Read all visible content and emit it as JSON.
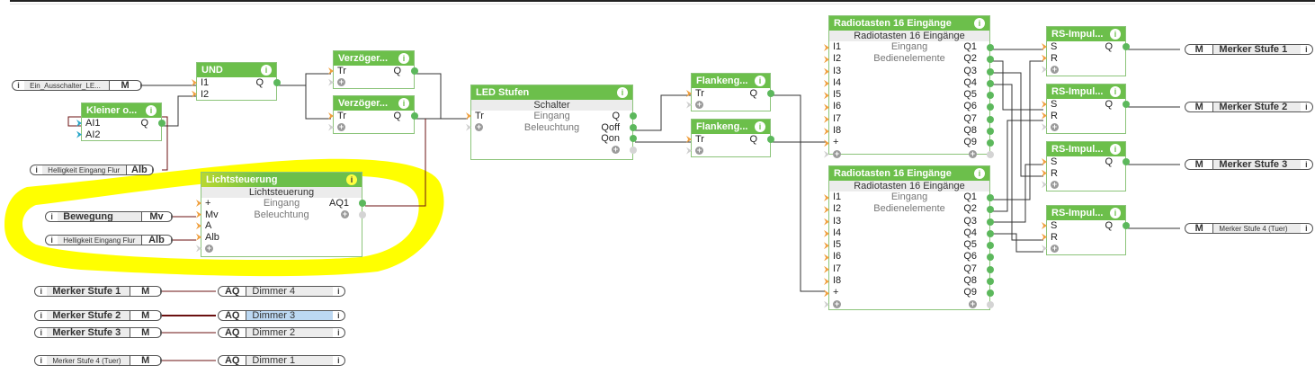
{
  "colors": {
    "block_header": "#6cbf4b",
    "input_pin": "#f0a040",
    "output_pin": "#5cb85c",
    "highlight": "#ffff00",
    "wire": "#333333",
    "wire_dark": "#6b1010",
    "selected_field": "#bcd8f2"
  },
  "inputs": [
    {
      "name": "Ein_Ausschalter_LE...",
      "tag": "M"
    },
    {
      "name": "Helligkeit Eingang Flur",
      "tag": "Alb"
    },
    {
      "name": "Bewegung",
      "tag": "Mv"
    },
    {
      "name": "Helligkeit Eingang Flur",
      "tag": "Alb"
    },
    {
      "name": "Merker Stufe 1",
      "tag": "M"
    },
    {
      "name": "Merker Stufe 2",
      "tag": "M"
    },
    {
      "name": "Merker Stufe 3",
      "tag": "M"
    },
    {
      "name": "Merker Stufe 4 (Tuer)",
      "tag": "M"
    }
  ],
  "outputs_left": [
    {
      "tag": "AQ",
      "name": "Dimmer 4"
    },
    {
      "tag": "AQ",
      "name": "Dimmer 3",
      "selected": true
    },
    {
      "tag": "AQ",
      "name": "Dimmer 2"
    },
    {
      "tag": "AQ",
      "name": "Dimmer 1"
    }
  ],
  "outputs_right": [
    {
      "tag": "M",
      "name": "Merker Stufe 1"
    },
    {
      "tag": "M",
      "name": "Merker Stufe 2"
    },
    {
      "tag": "M",
      "name": "Merker Stufe 3"
    },
    {
      "tag": "M",
      "name": "Merker Stufe 4 (Tuer)"
    }
  ],
  "blocks": {
    "und": {
      "title": "UND",
      "in": [
        "I1",
        "I2"
      ],
      "out": "Q"
    },
    "kleiner": {
      "title": "Kleiner o...",
      "in": [
        "AI1",
        "AI2"
      ],
      "out": "Q"
    },
    "verz1": {
      "title": "Verzöger...",
      "in": "Tr",
      "out": "Q"
    },
    "verz2": {
      "title": "Verzöger...",
      "in": "Tr",
      "out": "Q"
    },
    "licht": {
      "title": "Lichtsteuerung",
      "subtitle": "Lichtsteuerung",
      "in": [
        "+",
        "Mv",
        "A",
        "Alb"
      ],
      "desc": [
        "Eingang",
        "Beleuchtung"
      ],
      "out": "AQ1"
    },
    "led": {
      "title": "LED Stufen",
      "subtitle": "Schalter",
      "in": "Tr",
      "desc": [
        "Eingang",
        "Beleuchtung"
      ],
      "out": [
        "Q",
        "Qoff",
        "Qon"
      ]
    },
    "flank1": {
      "title": "Flankeng...",
      "in": "Tr",
      "out": "Q"
    },
    "flank2": {
      "title": "Flankeng...",
      "in": "Tr",
      "out": "Q"
    },
    "radio1": {
      "title": "Radiotasten 16 Eingänge",
      "subtitle": "Radiotasten 16 Eingänge",
      "desc": [
        "Eingang",
        "Bedienelemente"
      ],
      "in": [
        "I1",
        "I2",
        "I3",
        "I4",
        "I5",
        "I6",
        "I7",
        "I8",
        "+"
      ],
      "out": [
        "Q1",
        "Q2",
        "Q3",
        "Q4",
        "Q5",
        "Q6",
        "Q7",
        "Q8",
        "Q9"
      ]
    },
    "radio2": {
      "title": "Radiotasten 16 Eingänge",
      "subtitle": "Radiotasten 16 Eingänge",
      "desc": [
        "Eingang",
        "Bedienelemente"
      ],
      "in": [
        "I1",
        "I2",
        "I3",
        "I4",
        "I5",
        "I6",
        "I7",
        "I8",
        "+"
      ],
      "out": [
        "Q1",
        "Q2",
        "Q3",
        "Q4",
        "Q5",
        "Q6",
        "Q7",
        "Q8",
        "Q9"
      ]
    },
    "rs1": {
      "title": "RS-Impul...",
      "in": [
        "S",
        "R"
      ],
      "out": "Q"
    },
    "rs2": {
      "title": "RS-Impul...",
      "in": [
        "S",
        "R"
      ],
      "out": "Q"
    },
    "rs3": {
      "title": "RS-Impul...",
      "in": [
        "S",
        "R"
      ],
      "out": "Q"
    },
    "rs4": {
      "title": "RS-Impul...",
      "in": [
        "S",
        "R"
      ],
      "out": "Q"
    }
  },
  "icons": {
    "info": "i",
    "add": "+"
  }
}
